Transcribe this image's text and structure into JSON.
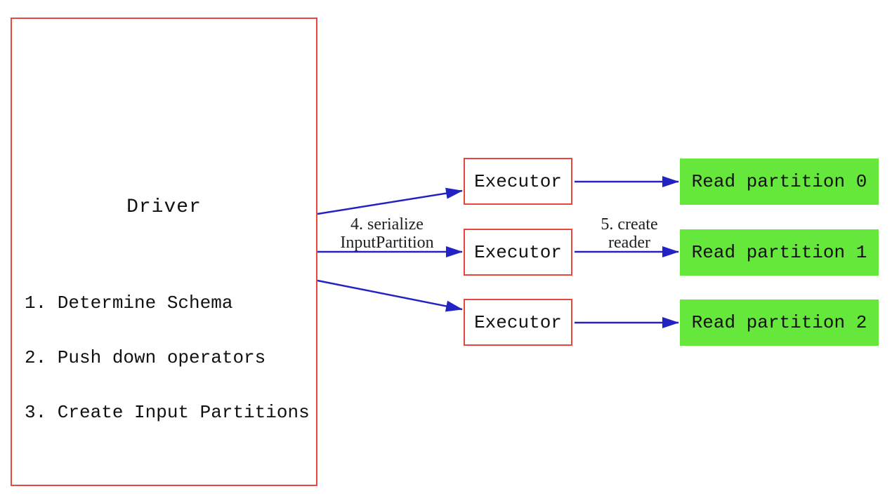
{
  "colors": {
    "box_border": "#e8473e",
    "arrow": "#2323c4",
    "partition_fill": "#66e73c",
    "text": "#111111"
  },
  "driver": {
    "title": "Driver",
    "steps": [
      "1. Determine Schema",
      "2. Push down operators",
      "3. Create Input Partitions"
    ]
  },
  "executors": [
    {
      "label": "Executor"
    },
    {
      "label": "Executor"
    },
    {
      "label": "Executor"
    }
  ],
  "partitions": [
    {
      "label": "Read partition 0"
    },
    {
      "label": "Read partition 1"
    },
    {
      "label": "Read partition 2"
    }
  ],
  "edge_labels": {
    "serialize": {
      "line1": "4. serialize",
      "line2": "InputPartition"
    },
    "create_reader": {
      "line1": "5. create",
      "line2": "reader"
    }
  }
}
